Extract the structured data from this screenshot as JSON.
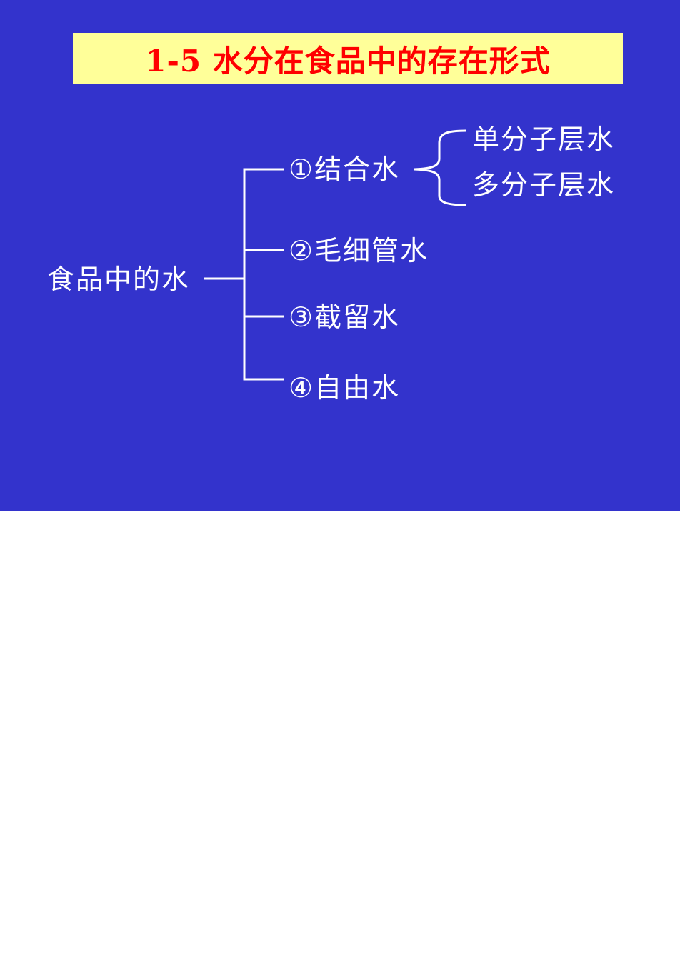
{
  "slide": {
    "background_color": "#3333cc",
    "title": {
      "text": "1-5 水分在食品中的存在形式",
      "text_color": "#ff0000",
      "box_color": "#ffff99"
    }
  },
  "diagram": {
    "root": "食品中的水",
    "branches": [
      {
        "label": "①结合水",
        "children": [
          "单分子层水",
          "多分子层水"
        ]
      },
      {
        "label": "②毛细管水"
      },
      {
        "label": "③截留水"
      },
      {
        "label": "④自由水"
      }
    ],
    "line_color": "#ffffff"
  }
}
